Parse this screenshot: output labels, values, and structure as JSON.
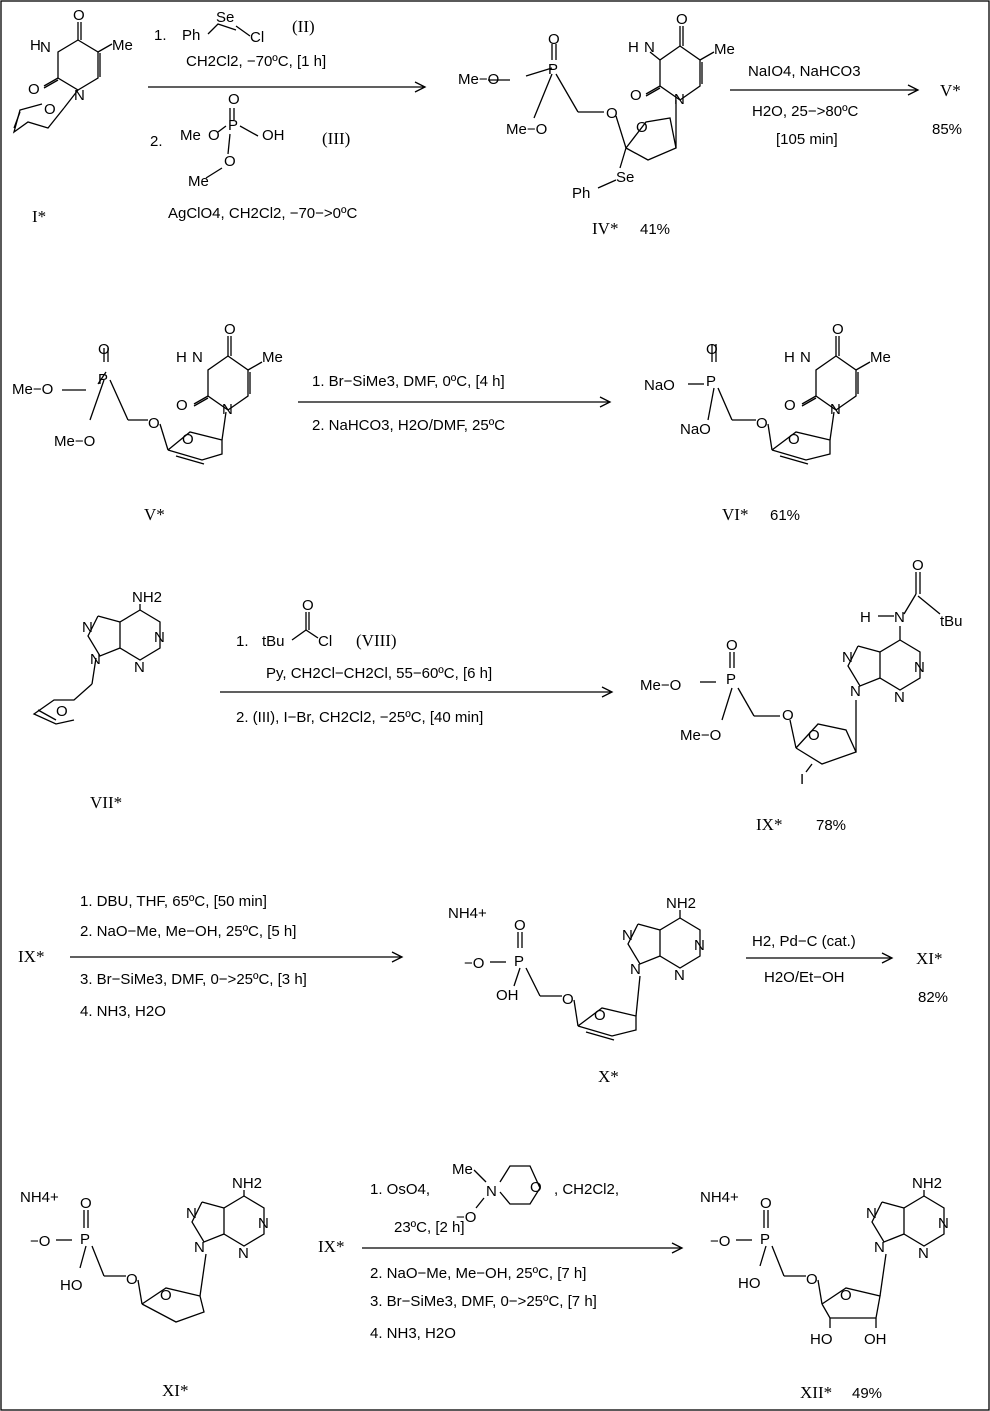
{
  "compounds": {
    "I": "I*",
    "IV": "IV*",
    "IV_yield": "41%",
    "V_product": "V*",
    "V_yield": "85%",
    "V": "V*",
    "VI": "VI*",
    "VI_yield": "61%",
    "VII": "VII*",
    "IX": "IX*",
    "IX_yield": "78%",
    "IX_start": "IX*",
    "X": "X*",
    "XI_product": "XI*",
    "XI_yield": "82%",
    "XI": "XI*",
    "IX_start2": "IX*",
    "XII": "XII*",
    "XII_yield": "49%"
  },
  "step1": {
    "c1_num": "1.",
    "c1_ph": "Ph",
    "c1_se": "Se",
    "c1_cl": "Cl",
    "c1_id": "(II)",
    "c1_cond": "CH2Cl2,  −70ºC, [1 h]",
    "c2_num": "2.",
    "c2_me1": "Me",
    "c2_o1": "O",
    "c2_p": "P",
    "c2_o_dbl": "O",
    "c2_oh": "OH",
    "c2_me2": "Me",
    "c2_o2": "O",
    "c2_id": "(III)",
    "c2_cond": "AgClO4,  CH2Cl2,  −70−>0ºC"
  },
  "step2": {
    "line1": "NaIO4,   NaHCO3",
    "line2": "H2O,   25−>80ºC",
    "line3": "[105 min]"
  },
  "step3": {
    "line1": "1. Br−SiMe3,  DMF,  0ºC,  [4 h]",
    "line2": "2. NaHCO3, H2O/DMF,  25ºC"
  },
  "step4": {
    "c1_num": "1.",
    "c1_tbu": "tBu",
    "c1_o": "O",
    "c1_cl": "Cl",
    "c1_id": "(VIII)",
    "c1_cond": "Py,  CH2Cl−CH2Cl,  55−60ºC, [6 h]",
    "c2": "2. (III), I−Br, CH2Cl2,   −25ºC,  [40 min]"
  },
  "step5": {
    "line1": "1. DBU, THF, 65ºC, [50 min]",
    "line2": "2. NaO−Me, Me−OH,  25ºC, [5 h]",
    "line3": "3. Br−SiMe3, DMF, 0−>25ºC, [3 h]",
    "line4": "4. NH3, H2O"
  },
  "step6": {
    "line1": "H2, Pd−C (cat.)",
    "line2": "H2O/Et−OH"
  },
  "step7": {
    "line1a": "1. OsO4,",
    "line1b": ", CH2Cl2,",
    "nmo_me": "Me",
    "nmo_n": "N",
    "nmo_o": "O",
    "nmo_ominus": "−O",
    "line2": "23ºC, [2 h]",
    "line3": "2. NaO−Me, Me−OH, 25ºC, [7 h]",
    "line4": "3. Br−SiMe3, DMF,  0−>25ºC, [7 h]",
    "line5": "4. NH3,  H2O"
  },
  "atoms": {
    "H": "H",
    "N": "N",
    "O": "O",
    "Me": "Me",
    "P": "P",
    "OH": "OH",
    "Ph": "Ph",
    "Se": "Se",
    "I": "I",
    "NH2": "NH2",
    "NH4": "NH4+",
    "NaO": "NaO",
    "tBu": "tBu",
    "Ominus": "−O",
    "HO": "HO",
    "MeO": "Me−O"
  }
}
